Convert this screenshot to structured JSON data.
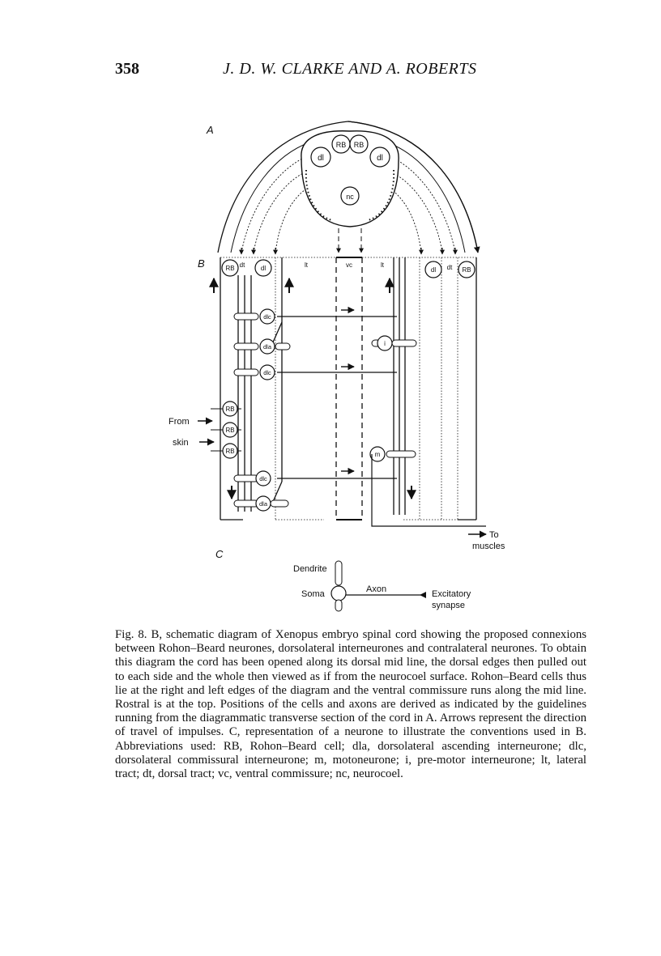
{
  "header": {
    "page_number": "358",
    "running_title": "J. D. W. CLARKE AND A. ROBERTS"
  },
  "figure": {
    "panel_a": "A",
    "panel_b": "B",
    "panel_c": "C",
    "cell_rb": "RB",
    "cell_dl": "dl",
    "cell_nc": "nc",
    "cell_dlc": "dlc",
    "cell_dla": "dla",
    "cell_i": "i",
    "cell_m": "m",
    "tract_dt": "dt",
    "tract_lt": "lt",
    "tract_vc": "vc",
    "input_from": "From",
    "input_skin": "skin",
    "output_to": "To",
    "output_muscles": "muscles",
    "legend_dendrite": "Dendrite",
    "legend_soma": "Soma",
    "legend_axon": "Axon",
    "legend_excitatory": "Excitatory",
    "legend_synapse": "synapse"
  },
  "caption": {
    "text": "Fig. 8. B, schematic diagram of Xenopus embryo spinal cord showing the proposed connexions between Rohon–Beard neurones, dorsolateral interneurones and contralateral neurones. To obtain this diagram the cord has been opened along its dorsal mid line, the dorsal edges then pulled out to each side and the whole then viewed as if from the neurocoel surface. Rohon–Beard cells thus lie at the right and left edges of the diagram and the ventral commissure runs along the mid line. Rostral is at the top. Positions of the cells and axons are derived as indicated by the guidelines running from the diagrammatic transverse section of the cord in A. Arrows represent the direction of travel of impulses. C, representation of a neurone to illustrate the conventions used in B. Abbreviations used: RB, Rohon–Beard cell; dla, dorsolateral ascending interneurone; dlc, dorsolateral commissural interneurone; m, motoneurone; i, pre-motor interneurone; lt, lateral tract; dt, dorsal tract; vc, ventral commissure; nc, neurocoel."
  }
}
